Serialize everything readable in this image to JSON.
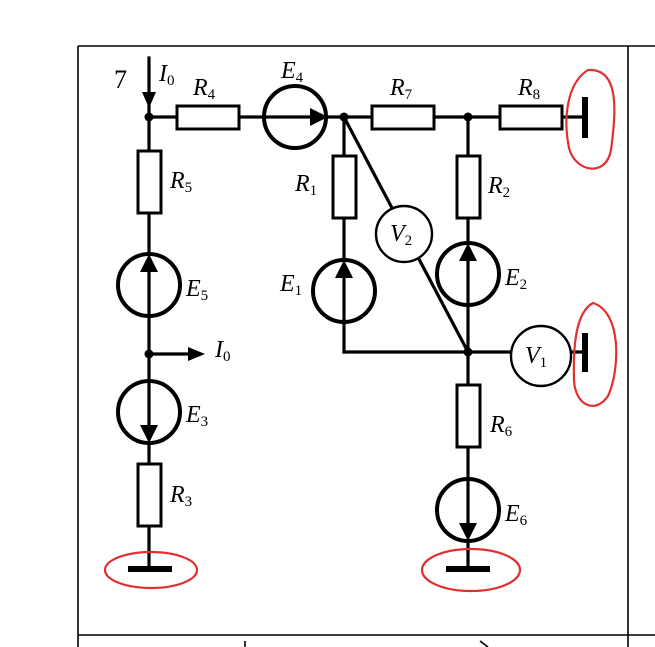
{
  "node_number": "7",
  "labels": {
    "I0_top": {
      "main": "I",
      "sub": "0"
    },
    "I0_mid": {
      "main": "I",
      "sub": "0"
    },
    "R1": {
      "main": "R",
      "sub": "1"
    },
    "R2": {
      "main": "R",
      "sub": "2"
    },
    "R3": {
      "main": "R",
      "sub": "3"
    },
    "R4": {
      "main": "R",
      "sub": "4"
    },
    "R5": {
      "main": "R",
      "sub": "5"
    },
    "R6": {
      "main": "R",
      "sub": "6"
    },
    "R7": {
      "main": "R",
      "sub": "7"
    },
    "R8": {
      "main": "R",
      "sub": "8"
    },
    "E1": {
      "main": "E",
      "sub": "1"
    },
    "E2": {
      "main": "E",
      "sub": "2"
    },
    "E3": {
      "main": "E",
      "sub": "3"
    },
    "E4": {
      "main": "E",
      "sub": "4"
    },
    "E5": {
      "main": "E",
      "sub": "5"
    },
    "E6": {
      "main": "E",
      "sub": "6"
    },
    "V1": {
      "main": "V",
      "sub": "1"
    },
    "V2": {
      "main": "V",
      "sub": "2"
    }
  },
  "colors": {
    "wire": "#000000",
    "annotation": "#e03030",
    "background": "#ffffff"
  }
}
